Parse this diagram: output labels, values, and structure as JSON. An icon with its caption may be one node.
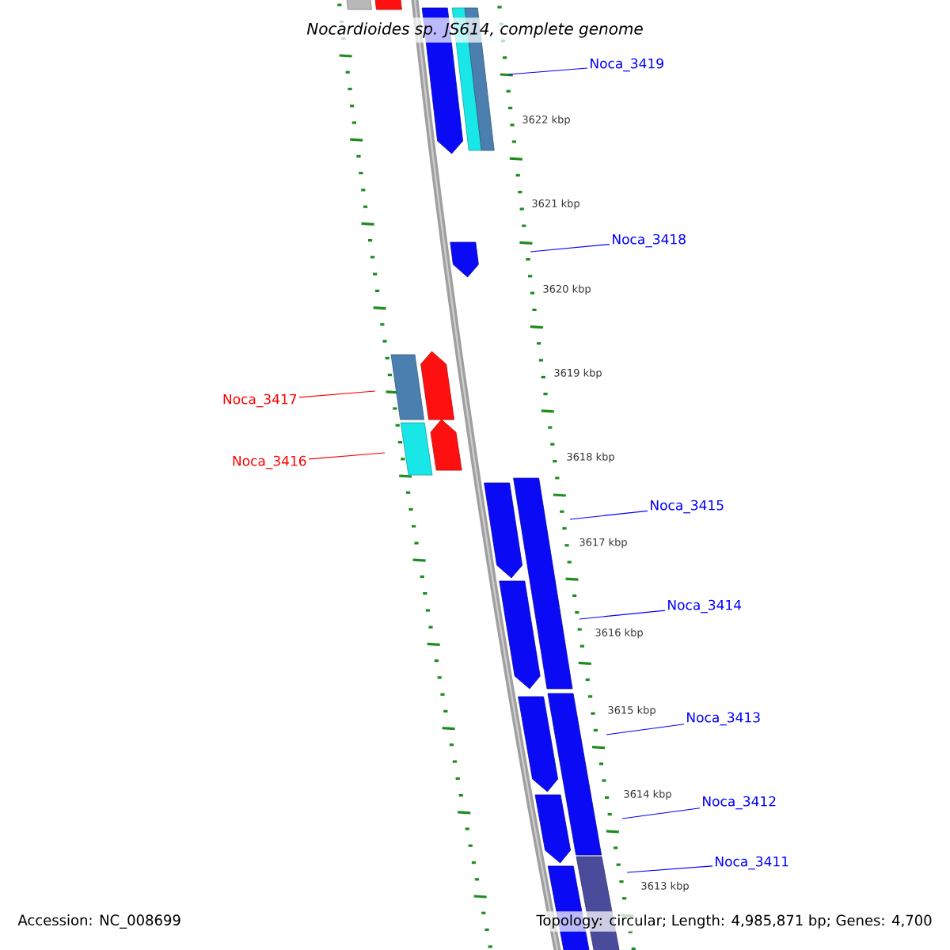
{
  "diagram": {
    "title": "Nocardioides sp. JS614, complete genome",
    "nodes": [
      {
        "text": [
          "Noca_3419"
        ]
      },
      {
        "text": [
          "Noca_3418"
        ]
      },
      {
        "text": [
          "Noca_3417"
        ]
      },
      {
        "text": [
          "Noca_3416"
        ]
      },
      {
        "text": [
          "Noca_3415"
        ]
      },
      {
        "text": [
          "Noca_3414"
        ]
      },
      {
        "text": [
          "Noca_3413"
        ]
      },
      {
        "text": [
          "Noca_3412"
        ]
      },
      {
        "text": [
          "Noca_3411"
        ]
      }
    ],
    "edges": [
      {
        "from": 0,
        "to": null,
        "arrow": "none"
      },
      {
        "from": 1,
        "to": null,
        "arrow": "none"
      },
      {
        "from": 2,
        "to": null,
        "arrow": "none",
        "color": "#ff0000"
      },
      {
        "from": 3,
        "to": null,
        "arrow": "none",
        "color": "#ff0000"
      },
      {
        "from": 4,
        "to": null,
        "arrow": "none"
      },
      {
        "from": 5,
        "to": null,
        "arrow": "none"
      },
      {
        "from": 6,
        "to": null,
        "arrow": "none"
      },
      {
        "from": 7,
        "to": null,
        "arrow": "none"
      },
      {
        "from": 8,
        "to": null,
        "arrow": "none"
      }
    ],
    "labels": [
      "3622 kbp",
      "3621 kbp",
      "3620 kbp",
      "3619 kbp",
      "3618 kbp",
      "3617 kbp",
      "3616 kbp",
      "3615 kbp",
      "3614 kbp",
      "3613 kbp",
      "Accession: NC_008699",
      "Topology: circular; Length: 4,985,871 bp; Genes: 4,700"
    ]
  }
}
